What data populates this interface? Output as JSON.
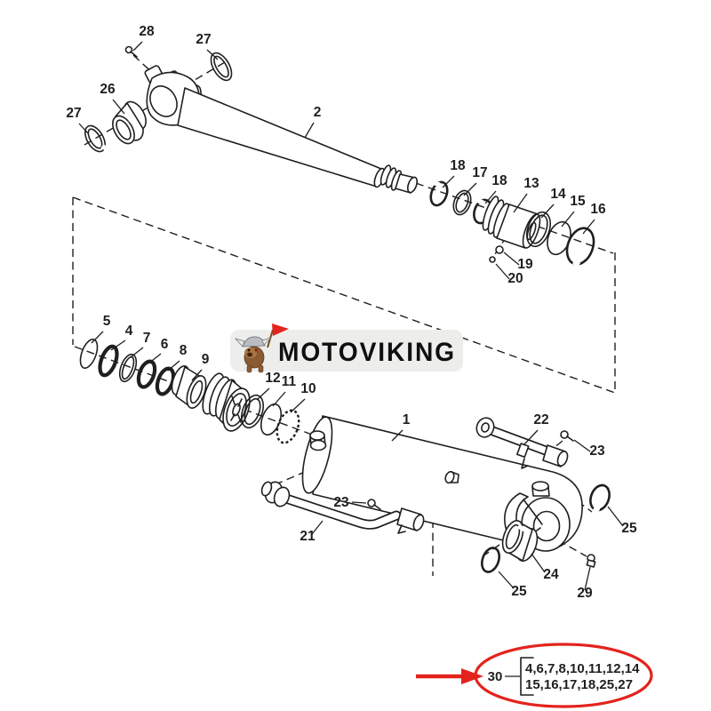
{
  "colors": {
    "ink": "#1f1f1f",
    "red": "#e3231d",
    "logobg": "#ededeb",
    "logoink": "#101010"
  },
  "watermark": {
    "text": "MOTOVIKING",
    "mascot": "viking-dog-icon"
  },
  "note": {
    "part": "30",
    "line1": "4,6,7,8,10,11,12,14",
    "line2": "15,16,17,18,25,27"
  },
  "callouts": [
    {
      "part": "28"
    },
    {
      "part": "27"
    },
    {
      "part": "26"
    },
    {
      "part": "27"
    },
    {
      "part": "2"
    },
    {
      "part": "18"
    },
    {
      "part": "17"
    },
    {
      "part": "18"
    },
    {
      "part": "13"
    },
    {
      "part": "14"
    },
    {
      "part": "15"
    },
    {
      "part": "16"
    },
    {
      "part": "19"
    },
    {
      "part": "20"
    },
    {
      "part": "5"
    },
    {
      "part": "4"
    },
    {
      "part": "7"
    },
    {
      "part": "6"
    },
    {
      "part": "8"
    },
    {
      "part": "9"
    },
    {
      "part": "12"
    },
    {
      "part": "11"
    },
    {
      "part": "10"
    },
    {
      "part": "1"
    },
    {
      "part": "22"
    },
    {
      "part": "23"
    },
    {
      "part": "23"
    },
    {
      "part": "21"
    },
    {
      "part": "25"
    },
    {
      "part": "24"
    },
    {
      "part": "25"
    },
    {
      "part": "29"
    }
  ]
}
